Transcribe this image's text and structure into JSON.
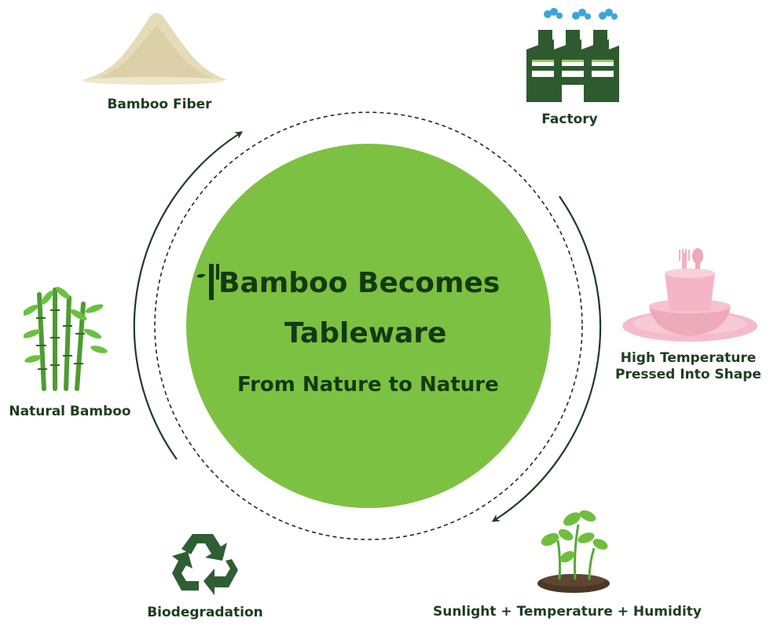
{
  "center": {
    "title_line1": "Bamboo Becomes",
    "title_line2": "Tableware",
    "subtitle": "From Nature to Nature"
  },
  "nodes": {
    "bamboo_fiber": "Bamboo Fiber",
    "factory": "Factory",
    "high_temp_line1": "High Temperature",
    "high_temp_line2": "Pressed Into Shape",
    "sunlight": "Sunlight + Temperature + Humidity",
    "biodegradation": "Biodegradation",
    "natural_bamboo": "Natural Bamboo"
  },
  "colors": {
    "circle_fill": "#7dc142",
    "text_dark": "#1e3d1f",
    "factory_green": "#2f5a2f",
    "recycle_green": "#2e5e34",
    "tableware_pink": "#f2b5c4",
    "fiber": "#e8dfc2",
    "bamboo": "#5ea83a"
  },
  "icons": [
    "fiber-pile-icon",
    "factory-icon",
    "tableware-icon",
    "seedling-icon",
    "recycle-icon",
    "bamboo-icon"
  ]
}
